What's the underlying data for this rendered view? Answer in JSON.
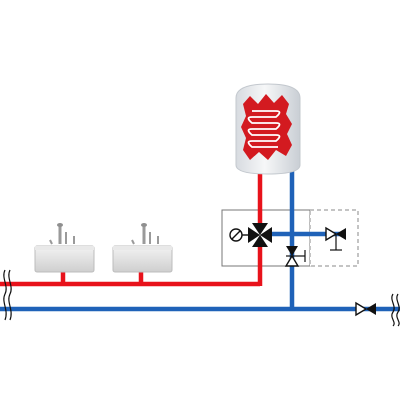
{
  "diagram": {
    "kind": "plumbing-schematic",
    "colors": {
      "hot_water": "#e8121b",
      "cold_water": "#1f62b8",
      "valve_black": "#111111",
      "box_outline": "#666666",
      "heater_body": "#eef0f2",
      "coil_red": "#d31a20",
      "sink_body": "#dcdcdc"
    },
    "components": [
      {
        "name": "water-heater",
        "icon": "storage-heater-with-coil"
      },
      {
        "name": "sink-1",
        "icon": "washbasin"
      },
      {
        "name": "sink-2",
        "icon": "washbasin"
      },
      {
        "name": "thermostatic-mixing-valve",
        "icon": "three-way-valve-with-motor"
      },
      {
        "name": "check-valve",
        "icon": "check-valve"
      },
      {
        "name": "optional-valve",
        "icon": "valve-dashed-box"
      },
      {
        "name": "inlet-valve",
        "icon": "gate-valve"
      }
    ]
  }
}
